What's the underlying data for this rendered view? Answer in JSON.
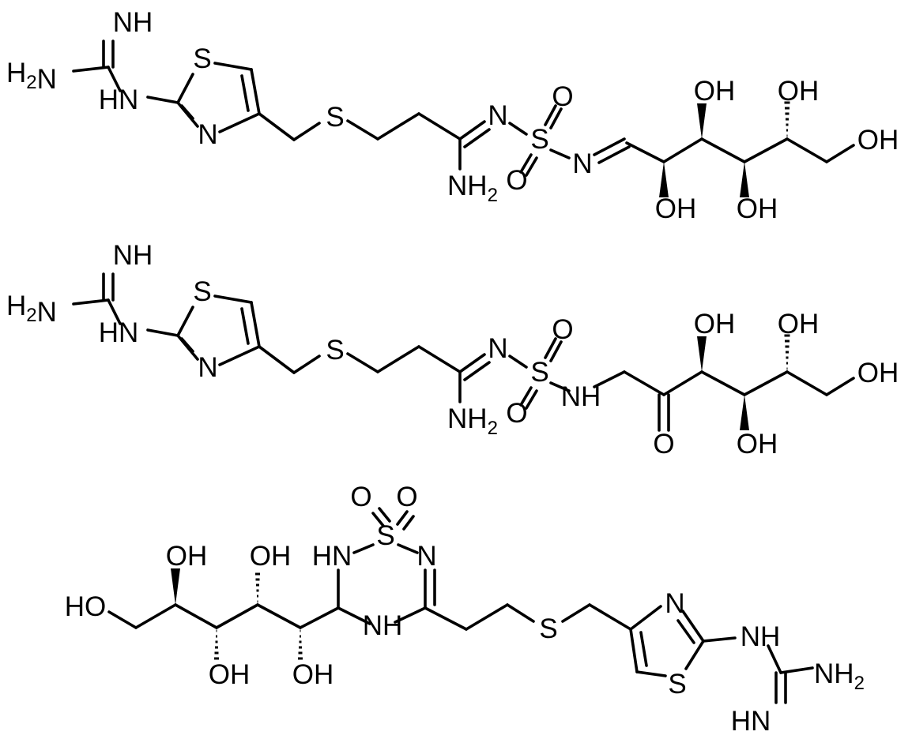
{
  "colors": {
    "ink": "#000000",
    "background": "#ffffff"
  },
  "molecules": [
    {
      "labels": {
        "nh_imine": "NH",
        "h2n": "H2N",
        "hn": "HN",
        "s_ring": "S",
        "n_ring": "N",
        "s_thio": "S",
        "n_amid": "N",
        "s_sulf": "S",
        "o1": "O",
        "o2": "O",
        "nh2": "NH2",
        "n_imine": "N",
        "oh1": "OH",
        "oh2": "OH",
        "oh3": "OH",
        "oh4": "OH",
        "oh5": "OH"
      }
    },
    {
      "labels": {
        "nh_imine": "NH",
        "h2n": "H2N",
        "hn": "HN",
        "s_ring": "S",
        "n_ring": "N",
        "s_thio": "S",
        "n_amid": "N",
        "s_sulf": "S",
        "o1": "O",
        "o2": "O",
        "nh2": "NH2",
        "nh": "NH",
        "o_ketone": "O",
        "oh1": "OH",
        "oh2": "OH",
        "oh3": "OH",
        "oh4": "OH"
      }
    },
    {
      "labels": {
        "o1": "O",
        "o2": "O",
        "s_sulf": "S",
        "hn_ring": "HN",
        "n_ring": "N",
        "nh_ring": "NH",
        "s_thio": "S",
        "n_thiazole": "N",
        "s_thiazole": "S",
        "nh": "NH",
        "nh2": "NH2",
        "hn_imine": "HN",
        "oh1": "OH",
        "oh2": "OH",
        "oh3": "OH",
        "oh4": "OH",
        "ho": "HO"
      }
    }
  ]
}
